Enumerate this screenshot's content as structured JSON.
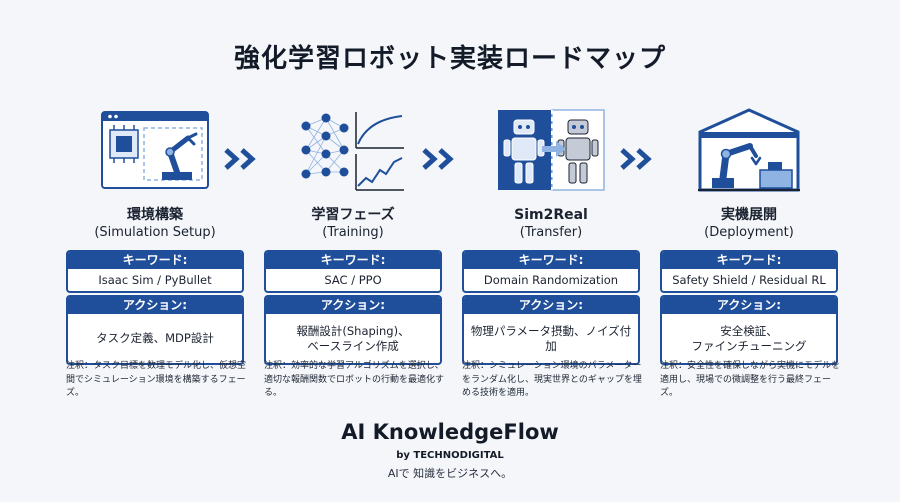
{
  "title": "強化学習ロボット実装ロードマップ",
  "stages": [
    {
      "name": "環境構築",
      "sub": "(Simulation Setup)",
      "keyword_header": "キーワード:",
      "keyword": "Isaac Sim / PyBullet",
      "action_header": "アクション:",
      "action_lines": [
        "タスク定義、MDP設計"
      ],
      "note": "注釈：タスク目標を数理モデル化し、仮想空間でシミュレーション環境を構築するフェーズ。"
    },
    {
      "name": "学習フェーズ",
      "sub": "(Training)",
      "keyword_header": "キーワード:",
      "keyword": "SAC / PPO",
      "action_header": "アクション:",
      "action_lines": [
        "報酬設計(Shaping)、",
        "ベースライン作成"
      ],
      "note": "注釈：効率的な学習アルゴリズムを選択し、適切な報酬関数でロボットの行動を最適化する。"
    },
    {
      "name": "Sim2Real",
      "sub": "(Transfer)",
      "keyword_header": "キーワード:",
      "keyword": "Domain Randomization",
      "action_header": "アクション:",
      "action_lines": [
        "物理パラメータ摂動、ノイズ付加"
      ],
      "note": "注釈：シミュレーション環境のパラメーターをランダム化し、現実世界とのギャップを埋める技術を適用。"
    },
    {
      "name": "実機展開",
      "sub": "(Deployment)",
      "keyword_header": "キーワード:",
      "keyword": "Safety Shield / Residual RL",
      "action_header": "アクション:",
      "action_lines": [
        "安全検証、",
        "ファインチューニング"
      ],
      "note": "注釈：安全性を確保しながら実機にモデルを適用し、現場での微調整を行う最終フェーズ。"
    }
  ],
  "brand": {
    "name": "AI KnowledgeFlow",
    "by": "by TECHNODIGITAL",
    "tagline": "AIで 知識をビジネスへ。"
  },
  "colors": {
    "accent": "#1f4f9a",
    "accent_light": "#8fb3e3",
    "background": "#f4f6f9",
    "text": "#1b2230"
  },
  "icons": [
    "simulation-setup-icon",
    "neural-network-chart-icon",
    "sim2real-robots-icon",
    "factory-robot-arm-icon",
    "double-chevron-right-icon"
  ]
}
